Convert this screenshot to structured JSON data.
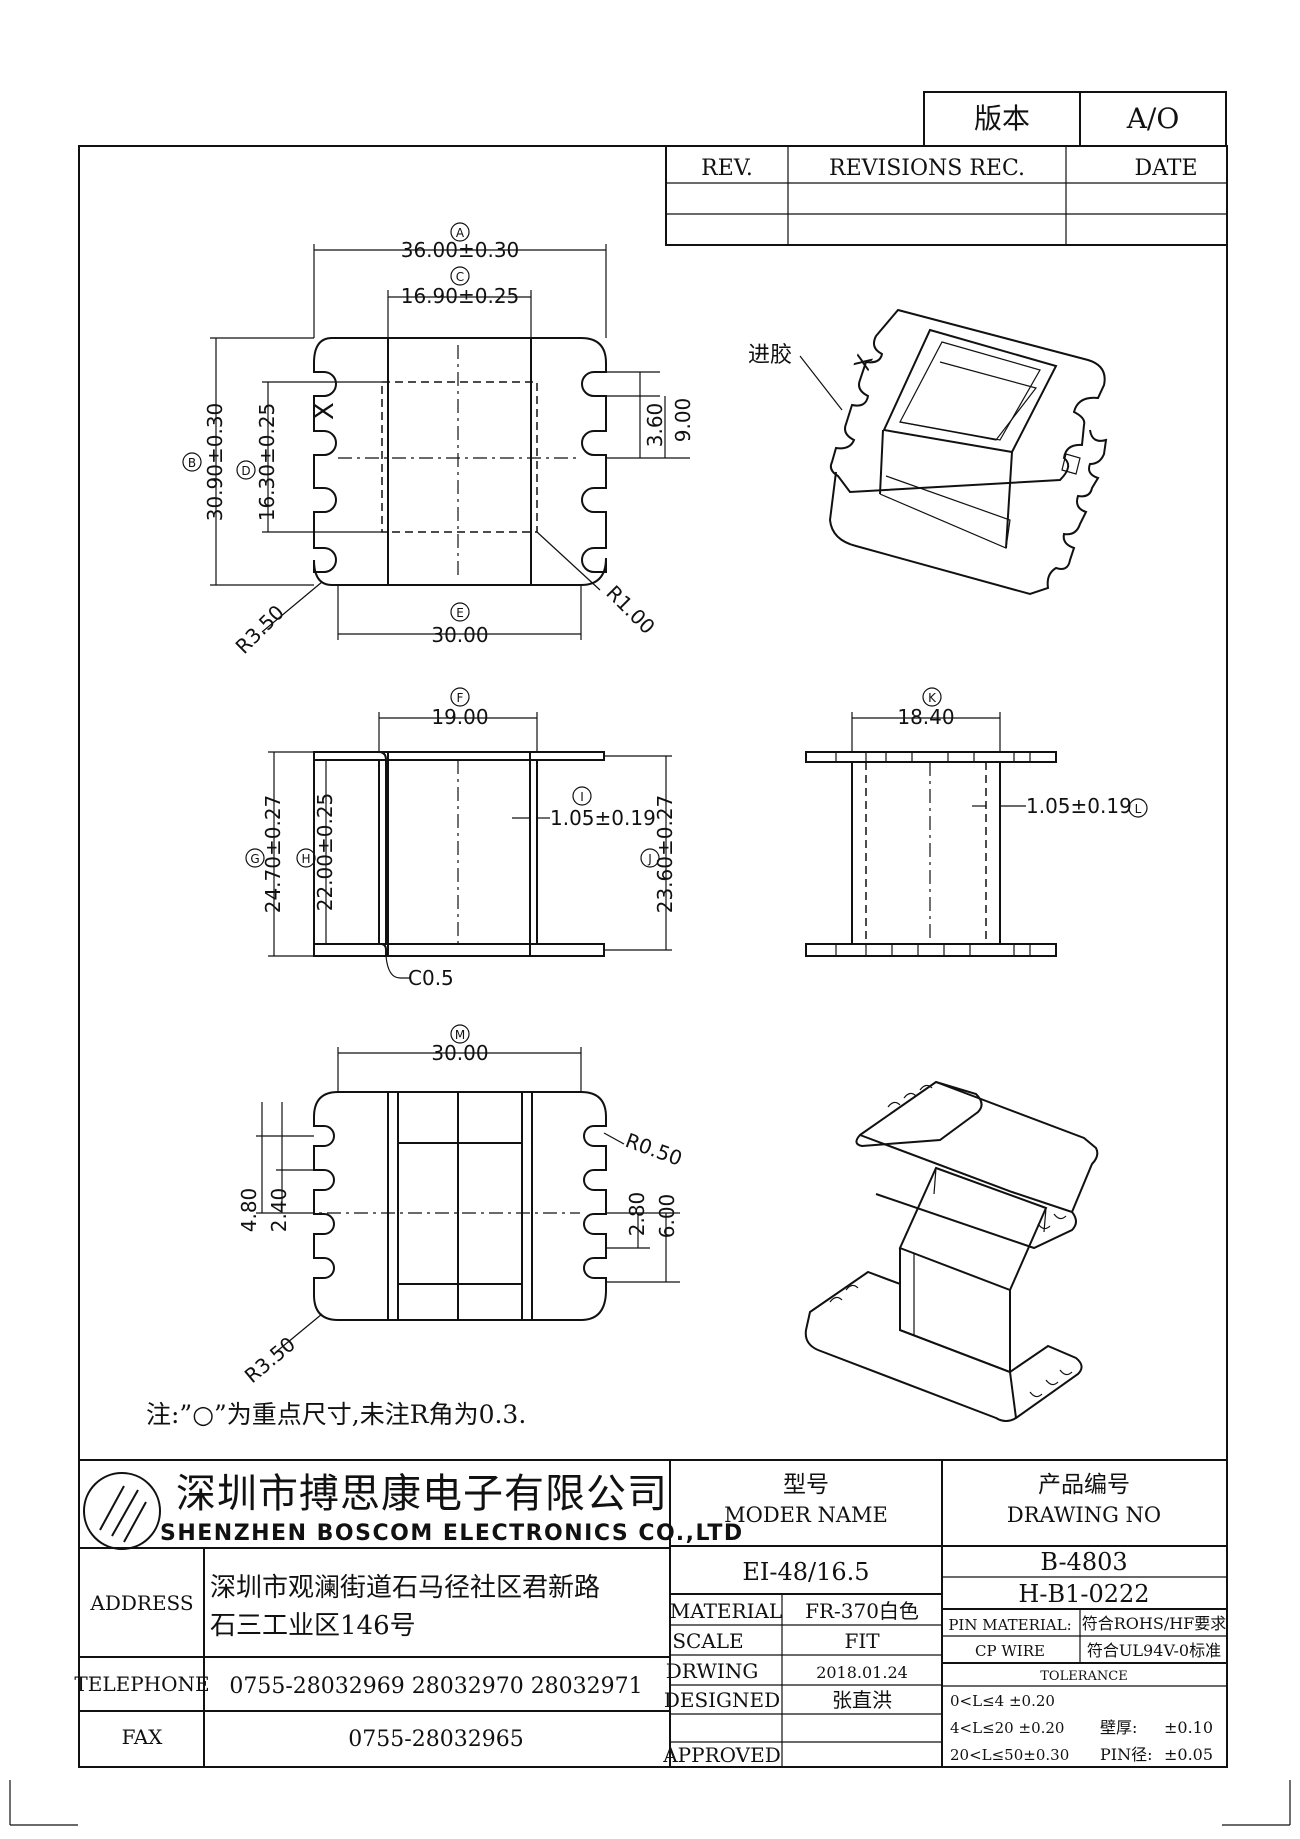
{
  "version_box": {
    "label": "版本",
    "value": "A/O"
  },
  "revisions": {
    "rev": "REV.",
    "rec": "REVISIONS REC.",
    "date": "DATE"
  },
  "top_view": {
    "dim_a": "36.00±0.30",
    "mark_a": "A",
    "dim_c": "16.90±0.25",
    "mark_c": "C",
    "dim_b": "30.90±0.30",
    "mark_b": "B",
    "dim_d": "16.30±0.25",
    "mark_d": "D",
    "dim_e": "30.00",
    "mark_e": "E",
    "dim_slot1": "3.60",
    "dim_slot2": "9.00",
    "radius_outer": "R3.50",
    "radius_inner": "R1.00",
    "x_mark": "X"
  },
  "iso_view": {
    "gate_label": "进胶",
    "x_mark": "X"
  },
  "front_view": {
    "dim_f": "19.00",
    "mark_f": "F",
    "dim_g": "24.70±0.27",
    "mark_g": "G",
    "dim_h": "22.00±0.25",
    "mark_h": "H",
    "dim_i": "1.05±0.19",
    "mark_i": "I",
    "dim_j": "23.60±0.27",
    "mark_j": "J",
    "chamfer": "C0.5"
  },
  "side_view": {
    "dim_k": "18.40",
    "mark_k": "K",
    "dim_l": "1.05±0.19",
    "mark_l": "L"
  },
  "bottom_view": {
    "dim_m": "30.00",
    "mark_m": "M",
    "dim_480": "4.80",
    "dim_240": "2.40",
    "dim_280": "2.80",
    "dim_600": "6.00",
    "radius_small": "R0.50",
    "radius_outer": "R3.50"
  },
  "note": "注:”○”为重点尺寸,未注R角为0.3.",
  "title_block": {
    "company_cn": "深圳市搏思康电子有限公司",
    "company_en": "SHENZHEN BOSCOM ELECTRONICS CO.,LTD",
    "model_cn": "型号",
    "model_en": "MODER NAME",
    "drawing_cn": "产品编号",
    "drawing_en": "DRAWING NO",
    "model_value": "EI-48/16.5",
    "drawing_no1": "B-4803",
    "drawing_no2": "H-B1-0222",
    "address_label": "ADDRESS",
    "address_line1": "深圳市观澜街道石马径社区君新路",
    "address_line2": "石三工业区146号",
    "telephone_label": "TELEPHONE",
    "telephone_value": "0755-28032969 28032970 28032971",
    "fax_label": "FAX",
    "fax_value": "0755-28032965",
    "material_label": "MATERIAL",
    "material_value": "FR-370白色",
    "scale_label": "SCALE",
    "scale_value": "FIT",
    "drawing_label": "DRWING",
    "drawing_date": "2018.01.24",
    "designed_label": "DESIGNED",
    "designed_value": "张直洪",
    "approved_label": "APPROVED",
    "pin_material_label": "PIN MATERIAL:",
    "pin_material_value": "CP WIRE",
    "rohs": "符合ROHS/HF要求",
    "ul": "符合UL94V-0标准",
    "tolerance_label": "TOLERANCE",
    "tol1": "0<L≤4  ±0.20",
    "tol2": "4<L≤20 ±0.20",
    "tol3": "20<L≤50±0.30",
    "wall_label": "壁厚:",
    "wall_value": "±0.10",
    "pin_label": "PIN径:",
    "pin_value": "±0.05"
  }
}
